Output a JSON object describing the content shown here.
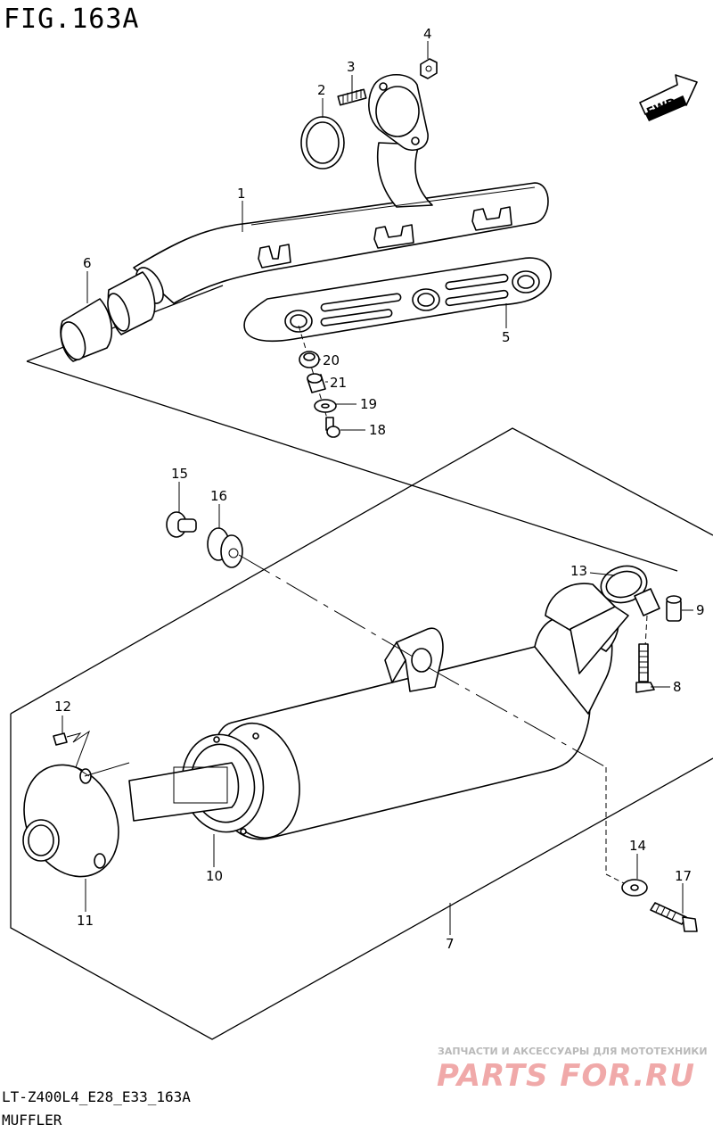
{
  "figure_title": "FIG.163A",
  "direction_label": "FWD",
  "model_code": "LT-Z400L4_E28_E33_163A",
  "section_name": "MUFFLER",
  "watermark": {
    "tagline": "ЗАПЧАСТИ И АКСЕССУАРЫ ДЛЯ МОТОТЕХНИКИ",
    "brand": "PARTS FOR.RU"
  },
  "callouts": [
    "1",
    "2",
    "3",
    "4",
    "5",
    "6",
    "7",
    "8",
    "9",
    "10",
    "11",
    "12",
    "13",
    "14",
    "15",
    "16",
    "17",
    "18",
    "19",
    "20",
    "21"
  ]
}
